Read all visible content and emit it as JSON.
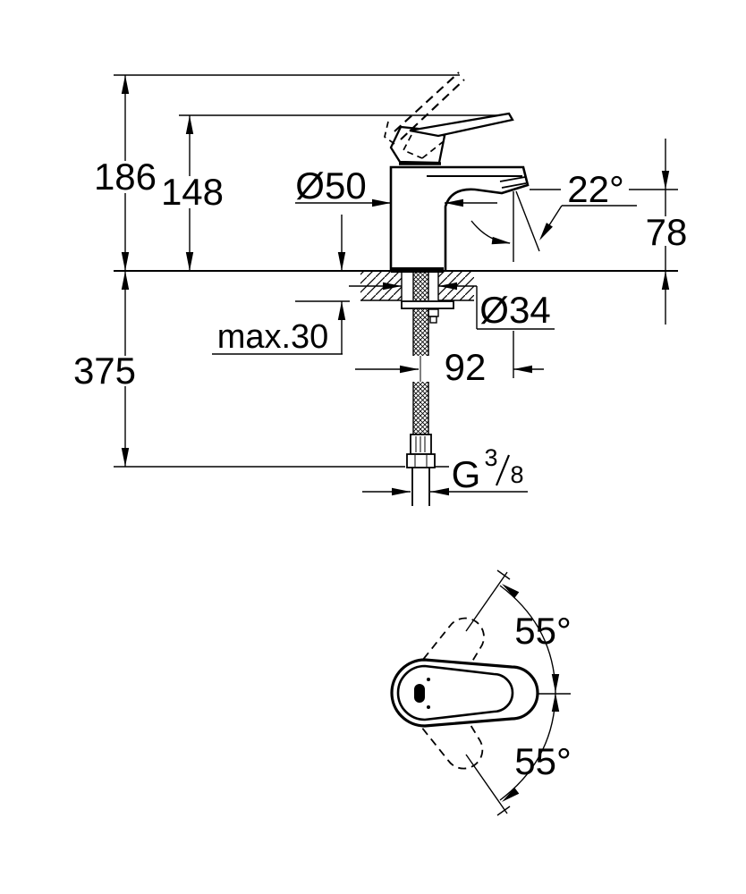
{
  "drawing": {
    "type": "technical-dimension-drawing",
    "subject": "single-lever basin mixer faucet, side view with mounting section and top view of handle swivel range",
    "colors": {
      "ink": "#000000",
      "paper": "#ffffff"
    }
  },
  "labels": {
    "total_height": "186",
    "lever_height": "148",
    "below_deck_length": "375",
    "deck_thickness_max": "max.30",
    "base_diameter": "Ø50",
    "hole_diameter": "Ø34",
    "spout_reach": "92",
    "stream_angle": "22°",
    "outlet_height": "78",
    "thread_letter": "G",
    "thread_numerator": "3",
    "thread_denominator": "8",
    "swivel_angle_upper": "55°",
    "swivel_angle_lower": "55°"
  }
}
